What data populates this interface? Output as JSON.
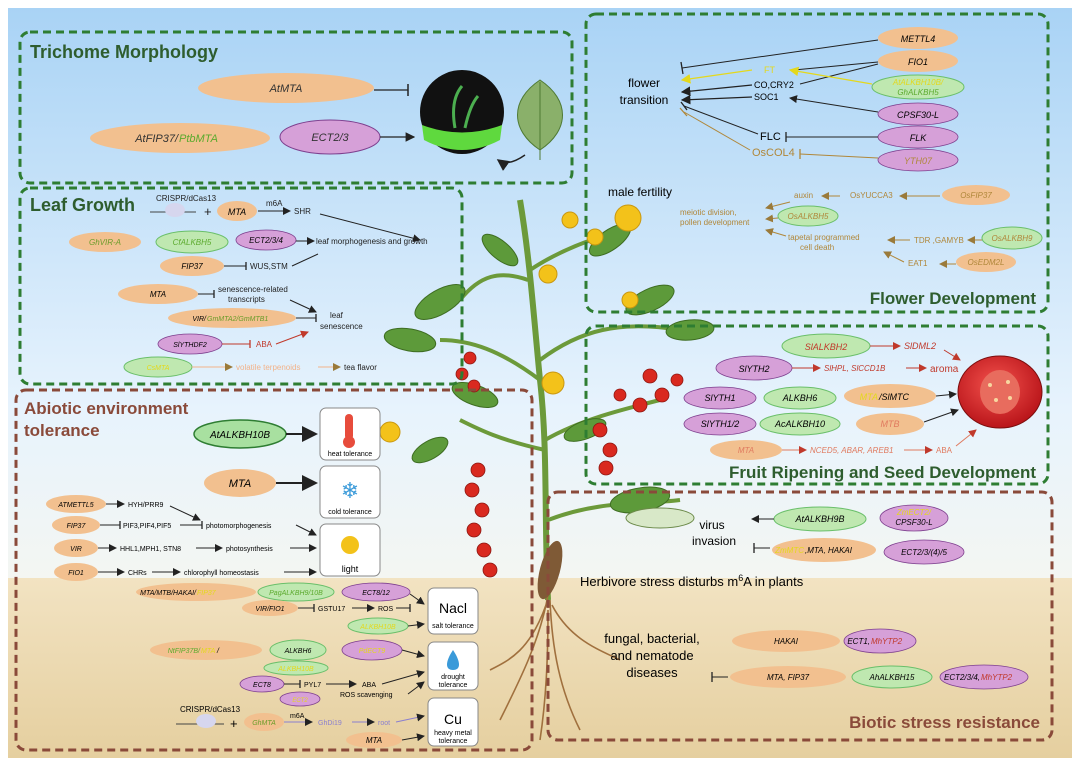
{
  "sections": {
    "trichome": "Trichome Morphology",
    "leaf": "Leaf Growth",
    "abiotic_1": "Abiotic environment",
    "abiotic_2": "tolerance",
    "flower": "Flower Development",
    "fruit": "Fruit Ripening and Seed Development",
    "biotic": "Biotic stress resistance"
  },
  "trichome": {
    "atmta": "AtMTA",
    "atfip37": "AtFIP37/",
    "ptbmta": "PtbMTA",
    "ect23": "ECT2/3"
  },
  "leaf": {
    "crispr": "CRISPR/dCas13",
    "mta": "MTA",
    "m6a": "m6A",
    "shr": "SHR",
    "ghvira": "GhVIR-A",
    "cfalkbh5": "CfALKBH5",
    "ect234": "ECT2/3/4",
    "morpho": "leaf morphogenesis and growth",
    "fip37": "FIP37",
    "wusstm": "WUS,STM",
    "mta2": "MTA",
    "sen1": "senescence-related",
    "sen2": "transcripts",
    "leafsen1": "leaf",
    "leafsen2": "senescence",
    "vir": "VIR/",
    "gmmta": "GmMTA2/GmMTB1",
    "slythdf2": "SlYTHDF2",
    "aba": "ABA",
    "camta": "CsMTA",
    "volatile": "volatile terpenoids",
    "tea": "tea flavor"
  },
  "abiotic": {
    "atalkbh10b": "AtALKBH10B",
    "heat": "heat tolerance",
    "mta": "MTA",
    "cold": "cold tolerance",
    "atmettl5": "ATMETTL5",
    "hyh": "HYH/PRR9",
    "fip37": "FIP37",
    "pif": "PIF3,PIF4,PIF5",
    "photomorph": "photomorphogenesis",
    "vir": "VIR",
    "hhl": "HHL1,MPH1, STN8",
    "photosyn": "photosynthesis",
    "fio1": "FIO1",
    "chrs": "CHRs",
    "chloro": "chlorophyll homeostasis",
    "light": "light",
    "mtamtb": "MTA/MTB/HAKAI/",
    "fip37y": "FIP37",
    "pagalkbh": "PagALKBH9/10B",
    "ect812": "ECT8/12",
    "virfio1": "VIR/FIO1",
    "gstu17": "GSTU17",
    "ros": "ROS",
    "nacl": "Nacl",
    "salt": "salt tolerance",
    "alkbh10b": "ALKBH10B",
    "ntfip": "NtFIP37B/",
    "mta_y": "MTA",
    "slash": "/",
    "alkbh6": "ALKBH6",
    "pdect": "PdECT9",
    "alkbh10b2": "ALKBH10B",
    "ect8": "ECT8",
    "pyl7": "PYL7",
    "aba": "ABA",
    "rosscav": "ROS scavenging",
    "ect_g": "ECT2",
    "drought1": "drought",
    "drought2": "tolerance",
    "crispr": "CRISPR/dCas13",
    "ghmta": "GhMTA",
    "m6a": "m6A",
    "ghdi19": "GhDi19",
    "root": "root",
    "mta2": "MTA",
    "cu": "Cu",
    "heavy1": "heavy metal",
    "heavy2": "tolerance"
  },
  "flower": {
    "mettl4": "METTL4",
    "fio1": "FIO1",
    "ft": "FT",
    "co": "CO,CRY2",
    "soc1": "SOC1",
    "transition1": "flower",
    "transition2": "transition",
    "atalkbh10b": "AtALKBH10B/",
    "ghalkbh5": "GhALKBH5",
    "cpsf30": "CPSF30-L",
    "flc": "FLC",
    "flk": "FLK",
    "oscol4": "OsCOL4",
    "yth07": "YTH07",
    "male": "male fertility",
    "auxin": "auxin",
    "osyucca3": "OsYUCCA3",
    "osfip37": "OsFIP37",
    "meiotic1": "meiotic division,",
    "meiotic2": "pollen development",
    "osalkbh5": "OsALKBH5",
    "tapetal1": "tapetal programmed",
    "tapetal2": "cell death",
    "tdr": "TDR ,GAMYB",
    "osalkbh9": "OsALKBH9",
    "eat1": "EAT1",
    "osedm2l": "OsEDM2L"
  },
  "fruit": {
    "slalkbh2": "SlALKBH2",
    "sidml2": "SlDML2",
    "slyth2": "SlYTH2",
    "sihpl": "SlHPL, SlCCD1B",
    "aroma": "aroma",
    "slyth1": "SlYTH1",
    "alkbh6": "ALKBH6",
    "mta_y": "MTA",
    "simtc": "/SlMTC",
    "slyth12": "SlYTH1/2",
    "acalkbh10": "AcALKBH10",
    "mtb": "MTB",
    "mta2": "MTA",
    "nced": "NCED5, ABAR, AREB1",
    "aba": "ABA"
  },
  "biotic": {
    "virus1": "virus",
    "virus2": "invasion",
    "atalkbh9b": "AtALKBH9B",
    "zmect": "ZmECT2/",
    "cpsf": "CPSF30-L",
    "zmmtc_y": "ZmMTC",
    "zmmtc_rest": ",MTA, HAKAI",
    "ect2345": "ECT2/3/(4)/5",
    "herbivore_pre": "Herbivore stress disturbs m",
    "herbivore_sup": "6",
    "herbivore_post": "A in plants",
    "fungal1": "fungal, bacterial,",
    "fungal2": "and nematode",
    "fungal3": "diseases",
    "hakai": "HAKAI",
    "ect1": "ECT1,",
    "mhytp2": "MhYTP2",
    "mtafip": "MTA, FIP37",
    "ahalkbh15": "AhALKBH15",
    "ect234": "ECT2/3/4,",
    "mhytp2b": "MhYTP2"
  }
}
